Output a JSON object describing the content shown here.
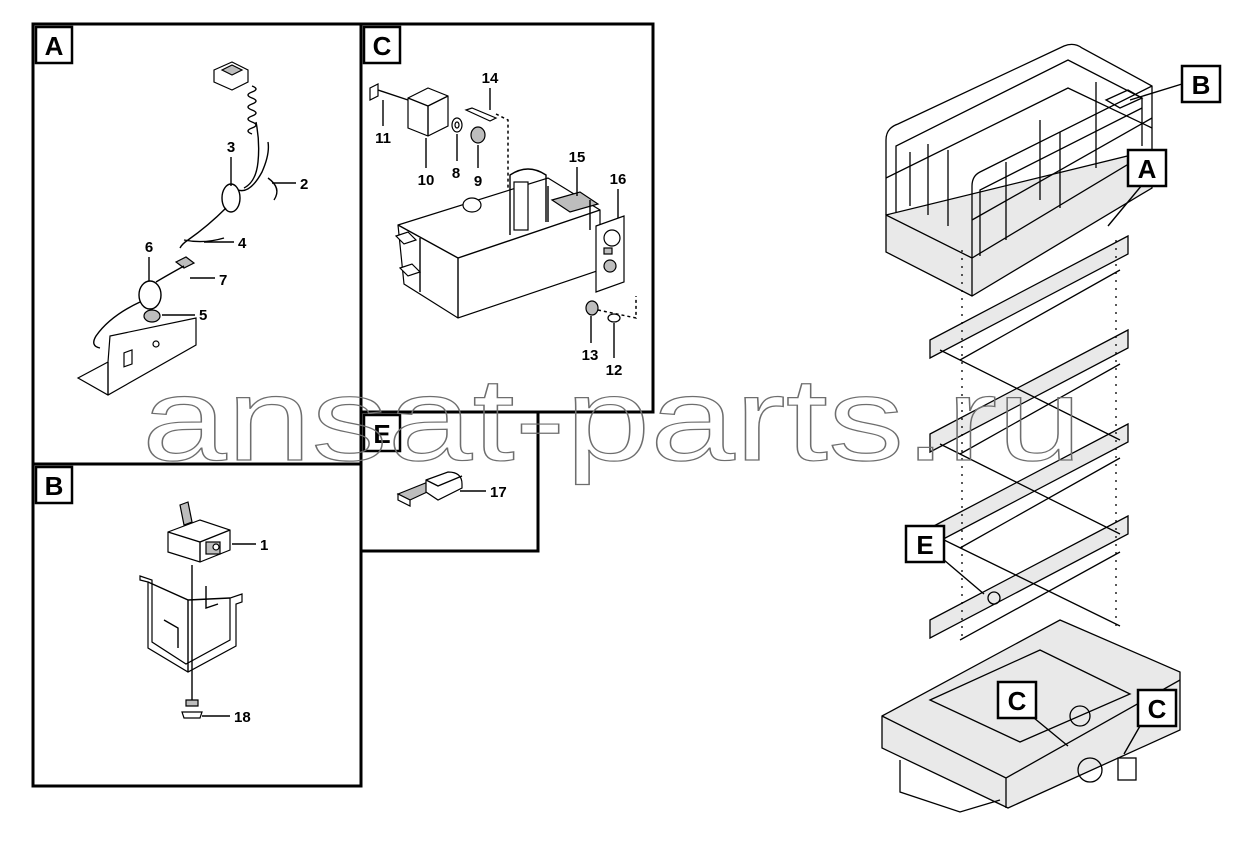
{
  "diagram": {
    "panels": [
      {
        "id": "A",
        "label": "A"
      },
      {
        "id": "B",
        "label": "B"
      },
      {
        "id": "C",
        "label": "C"
      },
      {
        "id": "E",
        "label": "E"
      }
    ],
    "machine_callouts": [
      {
        "id": "B",
        "label": "B"
      },
      {
        "id": "A",
        "label": "A"
      },
      {
        "id": "E",
        "label": "E"
      },
      {
        "id": "C1",
        "label": "C"
      },
      {
        "id": "C2",
        "label": "C"
      }
    ],
    "part_numbers": {
      "p1": "1",
      "p2": "2",
      "p3": "3",
      "p4": "4",
      "p5": "5",
      "p6": "6",
      "p7": "7",
      "p8": "8",
      "p9": "9",
      "p10": "10",
      "p11": "11",
      "p12": "12",
      "p13": "13",
      "p14": "14",
      "p15": "15",
      "p16": "16",
      "p17": "17",
      "p18": "18"
    },
    "watermark": "ansat-parts.ru"
  }
}
